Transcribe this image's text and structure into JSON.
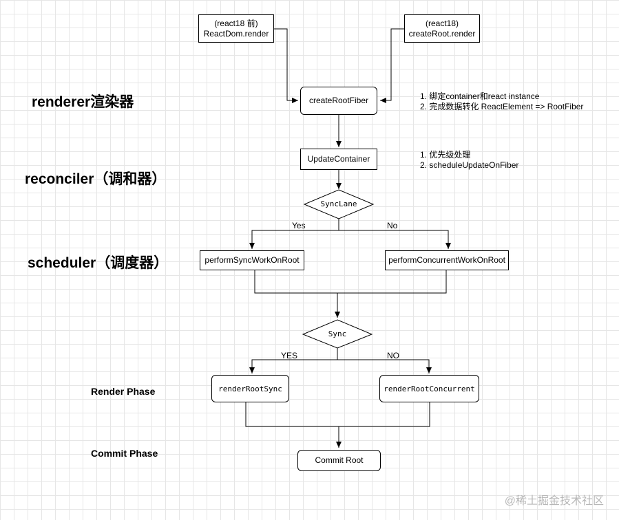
{
  "layers": {
    "renderer": "renderer渲染器",
    "reconciler": "reconciler（调和器）",
    "scheduler": "scheduler（调度器）",
    "render_phase": "Render Phase",
    "commit_phase": "Commit Phase"
  },
  "nodes": {
    "react_legacy": {
      "line1": "(react18 前)",
      "line2": "ReactDom.render"
    },
    "react18": {
      "line1": "(react18)",
      "line2": "createRoot.render"
    },
    "create_root_fiber": "createRootFiber",
    "update_container": "UpdateContainer",
    "sync_lane": "SyncLane",
    "perform_sync": "performSyncWorkOnRoot",
    "perform_concurrent": "performConcurrentWorkOnRoot",
    "sync": "Sync",
    "render_root_sync": "renderRootSync",
    "render_root_concurrent": "renderRootConcurrent",
    "commit_root": "Commit Root"
  },
  "notes": {
    "create_root_fiber": [
      "1. 绑定container和react instance",
      "2. 完成数据转化 ReactElement => RootFiber"
    ],
    "update_container": [
      "1. 优先级处理",
      "2. scheduleUpdateOnFiber"
    ]
  },
  "edge_labels": {
    "synclane_yes": "Yes",
    "synclane_no": "No",
    "sync_yes": "YES",
    "sync_no": "NO"
  },
  "watermark": "@稀土掘金技术社区",
  "colors": {
    "line": "#000000",
    "grid": "#e6e6e6",
    "watermark": "#b7b7b7"
  }
}
